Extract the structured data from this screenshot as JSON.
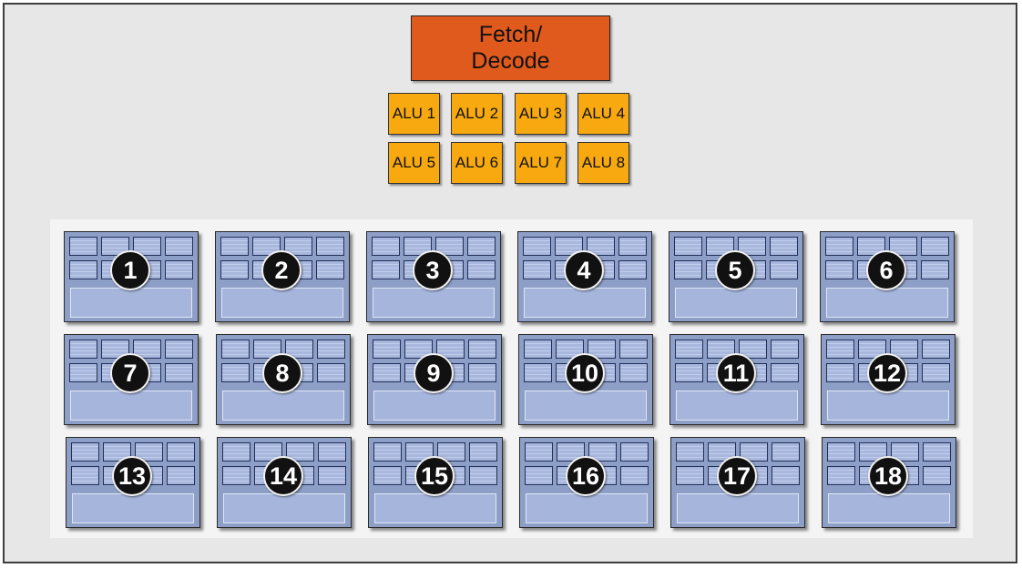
{
  "fetch_decode": {
    "label": "Fetch/\nDecode"
  },
  "alus": [
    {
      "label": "ALU 1"
    },
    {
      "label": "ALU 2"
    },
    {
      "label": "ALU 3"
    },
    {
      "label": "ALU 4"
    },
    {
      "label": "ALU 5"
    },
    {
      "label": "ALU 6"
    },
    {
      "label": "ALU 7"
    },
    {
      "label": "ALU 8"
    }
  ],
  "cores": [
    {
      "label": "1"
    },
    {
      "label": "2"
    },
    {
      "label": "3"
    },
    {
      "label": "4"
    },
    {
      "label": "5"
    },
    {
      "label": "6"
    },
    {
      "label": "7"
    },
    {
      "label": "8"
    },
    {
      "label": "9"
    },
    {
      "label": "10"
    },
    {
      "label": "11"
    },
    {
      "label": "12"
    },
    {
      "label": "13"
    },
    {
      "label": "14"
    },
    {
      "label": "15"
    },
    {
      "label": "16"
    },
    {
      "label": "17"
    },
    {
      "label": "18"
    }
  ],
  "colors": {
    "fetch_decode": "#e05a1e",
    "alu": "#f7a90f",
    "core": "#8e9fc7",
    "badge": "#111111",
    "background": "#e7e7e7"
  }
}
